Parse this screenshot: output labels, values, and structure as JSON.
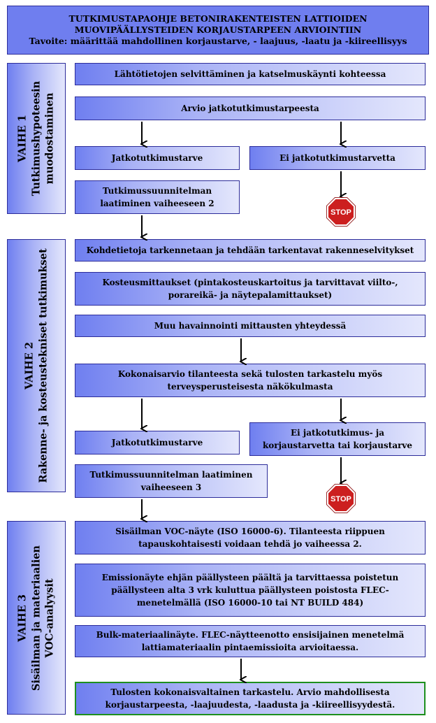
{
  "header": {
    "line1": "TUTKIMUSTAPAOHJE BETONIRAKENTEISTEN LATTIOIDEN",
    "line2": "MUOVIPÄÄLLYSTEIDEN KORJAUSTARPEEN ARVIOINTIIN",
    "goal": "Tavoite: määrittää mahdollinen korjaustarve, - laajuus, -laatu ja -kiireellisyys"
  },
  "phase1": {
    "label": "VAIHE 1",
    "subtitle_line1": "Tutkimushypoteesin",
    "subtitle_line2": "muodostaminen",
    "steps": {
      "start": "Lähtötietojen selvittäminen ja katselmuskäynti kohteessa",
      "assess": "Arvio jatkotutkimustarpeesta",
      "need": "Jatkotutkimustarve",
      "no_need": "Ei jatkotutkimustarvetta",
      "plan": "Tutkimussuunnitelman laatiminen vaiheeseen 2"
    },
    "stop_label": "STOP"
  },
  "phase2": {
    "label": "VAIHE 2",
    "subtitle": "Rakenne- ja kosteustekniset tutkimukset",
    "steps": {
      "refine": "Kohdetietoja tarkennetaan ja tehdään tarkentavat rakenneselvitykset",
      "moisture": "Kosteusmittaukset (pintakosteuskartoitus ja tarvittavat viilto-, porareikä- ja näytepalamittaukset)",
      "observe": "Muu havainnointi mittausten yhteydessä",
      "overall": "Kokonaisarvio tilanteesta sekä tulosten tarkastelu myös terveysperusteisesta näkökulmasta",
      "need": "Jatkotutkimustarve",
      "no_need": "Ei jatkotutkimus- ja korjaustarvetta tai korjaustarve",
      "plan": "Tutkimussuunnitelman laatiminen vaiheeseen 3"
    },
    "stop_label": "STOP"
  },
  "phase3": {
    "label": "VAIHE 3",
    "subtitle_line1": "Sisäilman ja materiaalien",
    "subtitle_line2": "VOC-analyysit",
    "steps": {
      "voc": "Sisäilman VOC-näyte (ISO 16000-6). Tilanteesta riippuen tapauskohtaisesti voidaan tehdä jo vaiheessa 2.",
      "emission": "Emissionäyte ehjän päällysteen päältä ja tarvittaessa poistetun päällysteen alta 3 vrk kuluttua päällysteen poistosta FLEC-menetelmällä (ISO 16000-10 tai NT BUILD 484)",
      "bulk": "Bulk-materiaalinäyte. FLEC-näytteenotto ensisijainen menetelmä lattiamateriaalin pintaemissioita arvioitaessa.",
      "final": "Tulosten kokonaisvaltainen tarkastelu. Arvio mahdollisesta korjaustarpeesta, -laajuudesta, -laadusta ja -kiireellisyydestä."
    }
  },
  "colors": {
    "box_border": "#2c2c9a",
    "title_fill": "#6f7eef",
    "final_border": "#1e8f1e",
    "stop": "#cc1f1f"
  }
}
